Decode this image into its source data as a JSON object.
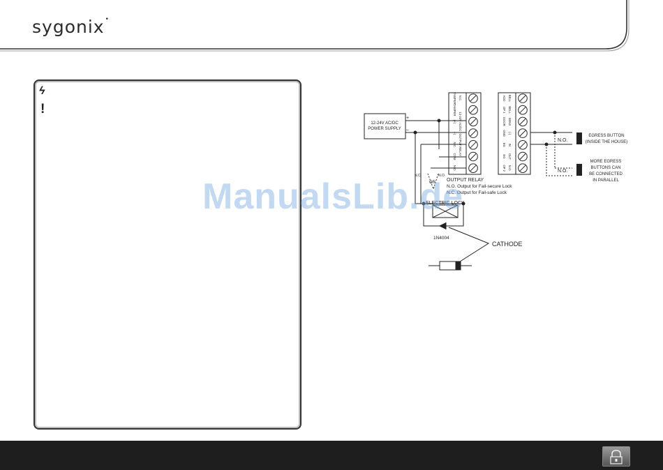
{
  "header": {
    "logo_text": "sygonix",
    "logo_mark": "•"
  },
  "notice": {
    "bolt_icon": "lightning-icon",
    "bolt_glyph": "ϟ",
    "excl_icon": "exclamation-icon",
    "excl_glyph": "!"
  },
  "watermark": {
    "text": "ManualsLib.de"
  },
  "diagram": {
    "power_supply": [
      "12-24V AC/DC",
      "POWER SUPPLY"
    ],
    "plus": "+",
    "minus": "–",
    "left_terminals": [
      [
        "TAMPER",
        "N.C."
      ],
      [
        "TAMPER",
        ""
      ],
      [
        "(+)",
        "12-24V AC/DC"
      ],
      [
        "(-)",
        ""
      ],
      [
        "N.C.",
        "OUTPUT RELAY"
      ],
      [
        "COM",
        ""
      ],
      [
        "N.O.",
        ""
      ]
    ],
    "right_terminals": [
      [
        "ADD",
        "BELL"
      ],
      [
        "OP 1",
        "BELL"
      ],
      [
        "DOOR",
        "SENS"
      ],
      [
        "GND",
        "(-)"
      ],
      [
        "EG",
        "IN"
      ],
      [
        "EG",
        "OUT"
      ],
      [
        "OP 2",
        "N.O."
      ]
    ],
    "nc": "N.C.",
    "no": "N.O.",
    "or": "OR",
    "output_relay": "OUTPUT RELAY",
    "fail_secure": "N.O. Output for Fail-secure Lock",
    "fail_safe": "N.C. Output for Fail-safe Lock",
    "electric_lock": "ELECTRIC LOCK",
    "diode": "1N4004",
    "cathode": "CATHODE",
    "egress_button": [
      "EGRESS BUTTON",
      "(INSIDE THE HOUSE)"
    ],
    "egress_no": "N.O.",
    "more_egress": [
      "MORE EGRESS",
      "BUTTONS CAN",
      "BE CONNECTED",
      "IN PARALLEL"
    ],
    "more_no": "N.O."
  },
  "footer": {
    "lock_icon": "padlock-icon"
  }
}
